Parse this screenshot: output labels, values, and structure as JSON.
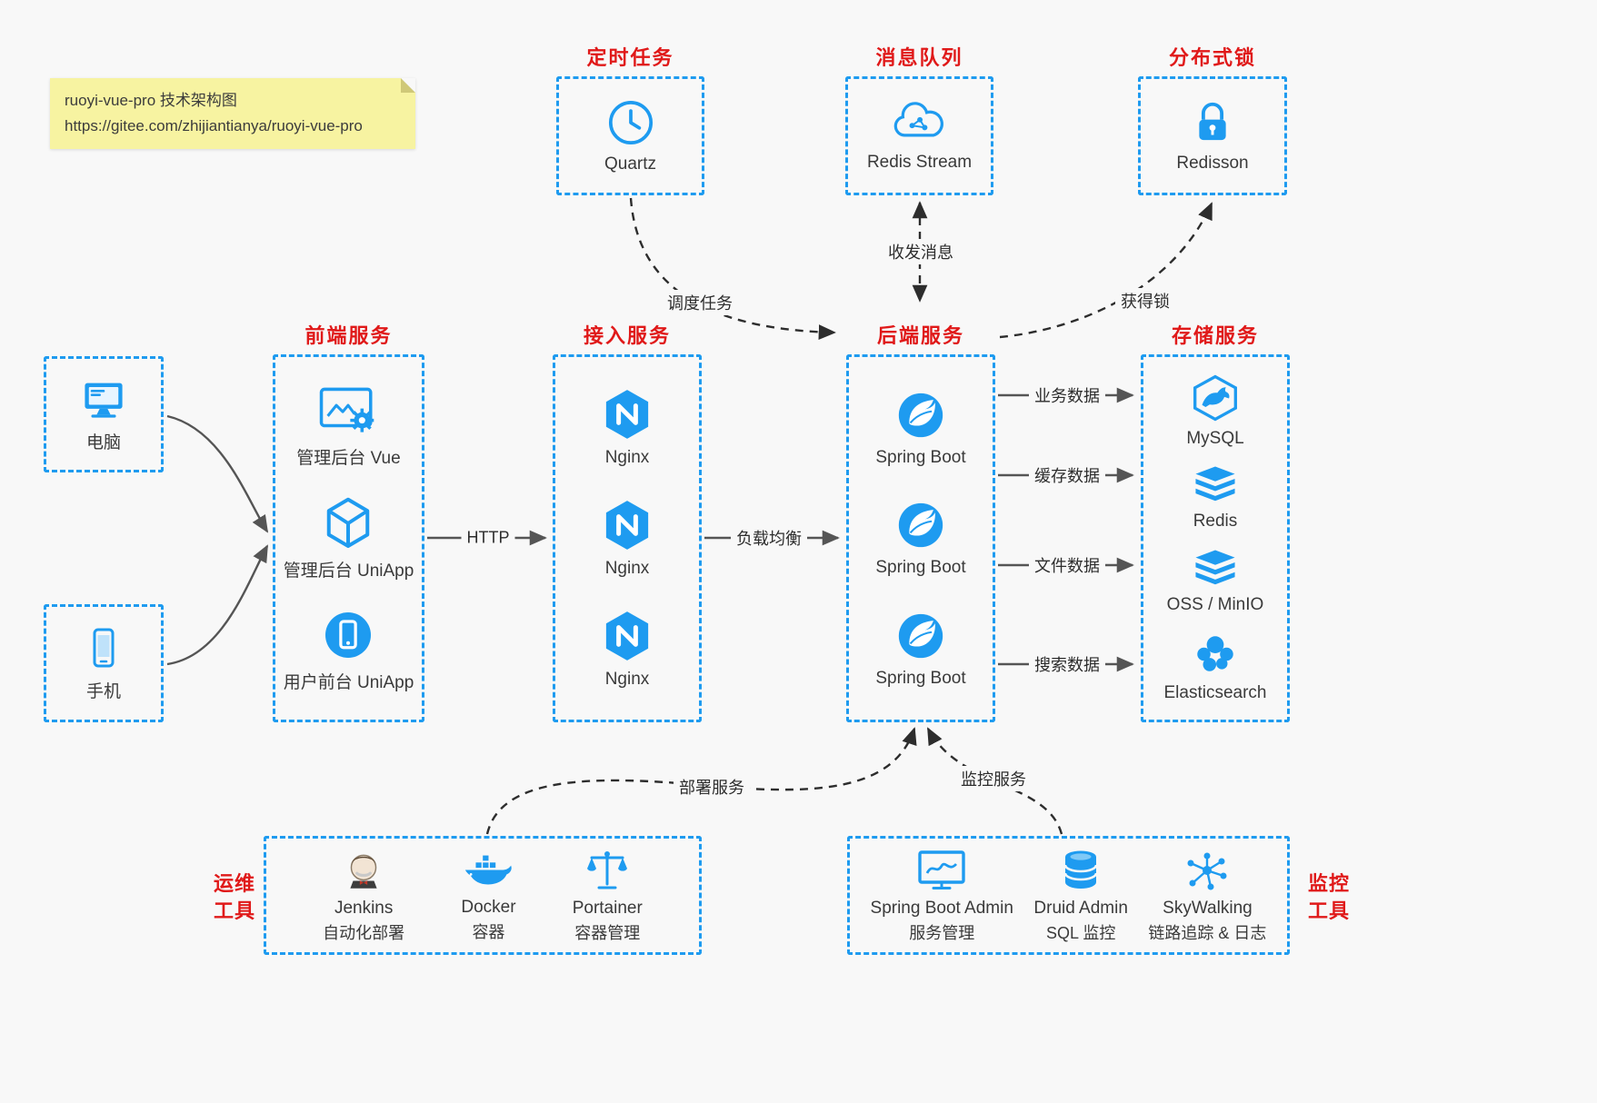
{
  "colors": {
    "accent": "#1e9bf0",
    "red": "#e01919",
    "bg": "#f8f8f8",
    "note_bg": "#f7f3a1"
  },
  "note": {
    "line1": "ruoyi-vue-pro 技术架构图",
    "line2": "https://gitee.com/zhijiantianya/ruoyi-vue-pro"
  },
  "top": {
    "scheduler": {
      "title": "定时任务",
      "label": "Quartz",
      "icon": "clock-icon"
    },
    "mq": {
      "title": "消息队列",
      "label": "Redis Stream",
      "icon": "cloud-network-icon"
    },
    "lock": {
      "title": "分布式锁",
      "label": "Redisson",
      "icon": "lock-icon"
    }
  },
  "clients": {
    "pc": {
      "label": "电脑",
      "icon": "desktop-icon"
    },
    "mobile": {
      "label": "手机",
      "icon": "phone-icon"
    }
  },
  "frontend": {
    "title": "前端服务",
    "items": [
      {
        "label": "管理后台 Vue",
        "icon": "admin-window-gear-icon"
      },
      {
        "label": "管理后台 UniApp",
        "icon": "hexagon-box-icon"
      },
      {
        "label": "用户前台 UniApp",
        "icon": "circle-phone-icon"
      }
    ]
  },
  "gateway": {
    "title": "接入服务",
    "items": [
      {
        "label": "Nginx",
        "icon": "nginx-hexagon-icon"
      },
      {
        "label": "Nginx",
        "icon": "nginx-hexagon-icon"
      },
      {
        "label": "Nginx",
        "icon": "nginx-hexagon-icon"
      }
    ]
  },
  "backend": {
    "title": "后端服务",
    "items": [
      {
        "label": "Spring Boot",
        "icon": "spring-leaf-icon"
      },
      {
        "label": "Spring Boot",
        "icon": "spring-leaf-icon"
      },
      {
        "label": "Spring Boot",
        "icon": "spring-leaf-icon"
      }
    ]
  },
  "storage": {
    "title": "存储服务",
    "items": [
      {
        "label": "MySQL",
        "icon": "mysql-hexagon-icon"
      },
      {
        "label": "Redis",
        "icon": "layer-stack-icon"
      },
      {
        "label": "OSS / MinIO",
        "icon": "layer-stack-icon"
      },
      {
        "label": "Elasticsearch",
        "icon": "cluster-circles-icon"
      }
    ]
  },
  "edges": {
    "http": "HTTP",
    "load_balance": "负载均衡",
    "business": "业务数据",
    "cache": "缓存数据",
    "file": "文件数据",
    "search": "搜索数据",
    "schedule": "调度任务",
    "message": "收发消息",
    "get_lock": "获得锁",
    "deploy": "部署服务",
    "monitor": "监控服务"
  },
  "ops": {
    "side_line1": "运维",
    "side_line2": "工具",
    "items": [
      {
        "name": "Jenkins",
        "desc": "自动化部署",
        "icon": "jenkins-butler-icon"
      },
      {
        "name": "Docker",
        "desc": "容器",
        "icon": "docker-whale-icon"
      },
      {
        "name": "Portainer",
        "desc": "容器管理",
        "icon": "scales-icon"
      }
    ]
  },
  "monitoring": {
    "side_line1": "监控",
    "side_line2": "工具",
    "items": [
      {
        "name": "Spring Boot Admin",
        "desc": "服务管理",
        "icon": "monitor-chart-icon"
      },
      {
        "name": "Druid Admin",
        "desc": "SQL 监控",
        "icon": "database-icon"
      },
      {
        "name": "SkyWalking",
        "desc": "链路追踪 & 日志",
        "icon": "network-graph-icon"
      }
    ]
  }
}
